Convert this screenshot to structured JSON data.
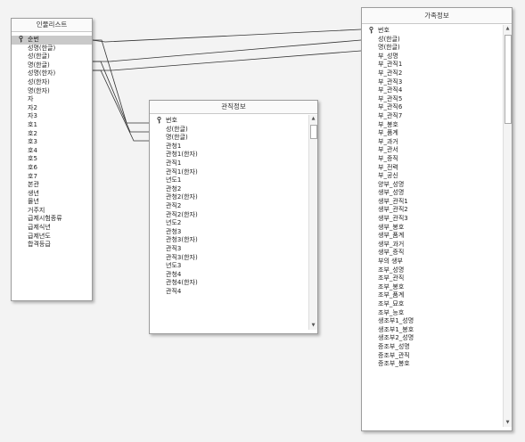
{
  "windows": {
    "inmul": {
      "title": "인물리스트",
      "fields": [
        "순번",
        "성명(한글)",
        "성(한글)",
        "명(한글)",
        "성명(한자)",
        "성(한자)",
        "명(한자)",
        "자",
        "자2",
        "자3",
        "호1",
        "호2",
        "호3",
        "호4",
        "호5",
        "호6",
        "호7",
        "본관",
        "생년",
        "몰년",
        "거주지",
        "급제시험종류",
        "급제식년",
        "급제년도",
        "합격등급"
      ]
    },
    "gwanjik": {
      "title": "관직정보",
      "fields": [
        "번호",
        "성(한글)",
        "명(한글)",
        "관청1",
        "관청1(한자)",
        "관직1",
        "관직1(한자)",
        "년도1",
        "관청2",
        "관청2(한자)",
        "관직2",
        "관직2(한자)",
        "년도2",
        "관청3",
        "관청3(한자)",
        "관직3",
        "관직3(한자)",
        "년도3",
        "관청4",
        "관청4(한자)",
        "관직4"
      ]
    },
    "gajok": {
      "title": "가족정보",
      "fields": [
        "번호",
        "성(한글)",
        "명(한글)",
        "부_성명",
        "부_관직1",
        "부_관직2",
        "부_관직3",
        "부_관직4",
        "부_관직5",
        "부_관직6",
        "부_관직7",
        "부_봉호",
        "부_품계",
        "부_과거",
        "부_관서",
        "부_증직",
        "부_전력",
        "부_공신",
        "양부_성명",
        "생부_성명",
        "생부_관직1",
        "생부_관직2",
        "생부_관직3",
        "생부_봉호",
        "생부_품계",
        "생부_과거",
        "생부_증직",
        "부의 생부",
        "조부_성명",
        "조부_관직",
        "조부_봉호",
        "조부_품계",
        "조부_묘호",
        "조부_능호",
        "생조부1_성명",
        "생조부1_봉호",
        "생조부2_성명",
        "증조부_성명",
        "증조부_관직",
        "증조부_봉호"
      ]
    }
  },
  "icons": {
    "primary_key": "key-icon"
  }
}
